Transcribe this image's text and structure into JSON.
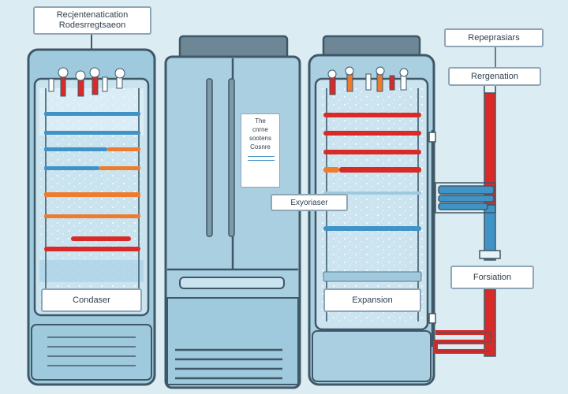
{
  "labels": {
    "top_left_line1": "Recjentenatication",
    "top_left_line2": "Rodesrregtsaeon",
    "top_right_1": "Repeprasiars",
    "top_right_2": "Rergenation",
    "condenser": "Condaser",
    "expansion": "Expansion",
    "evaporator": "Exyoriaser",
    "forsiation": "Forsiation"
  },
  "fridge_note": {
    "line1": "The",
    "line2": "cnrne",
    "line3": "sootens",
    "line4": "Cosnre"
  },
  "colors": {
    "background": "#dcecf3",
    "cabinet": "#a9cfe1",
    "frame": "#3f5867",
    "hot_pipe": "#d92a27",
    "warm_pipe": "#ef7b2f",
    "cold_pipe": "#3f93c6"
  }
}
